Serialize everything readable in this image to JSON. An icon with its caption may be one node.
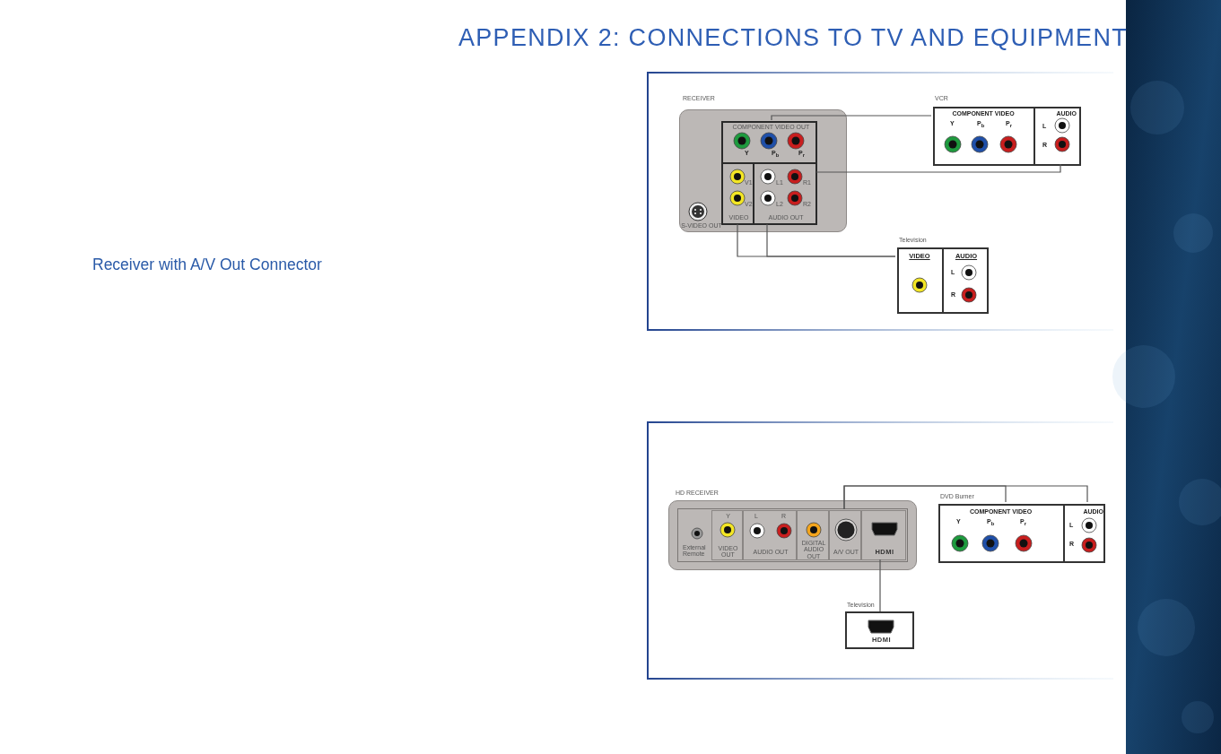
{
  "diagram": {
    "title": "APPENDIX 2: CONNECTIONS TO TV AND EQUIPMENT",
    "nodes": [
      {
        "text": [
          "RECEIVER",
          "S-VIDEO OUT"
        ]
      },
      {
        "text": [
          "COMPONENT VIDEO OUT",
          "Y",
          "P$_{b}$",
          "P$_{r}$"
        ],
        "in": 0
      },
      {
        "text": [
          "V1",
          "V2",
          "VIDEO"
        ],
        "in": 0
      },
      {
        "text": [
          "L1",
          "R1",
          "L2",
          "R2",
          "AUDIO OUT"
        ],
        "in": 0
      },
      {
        "text": [
          "VCR"
        ]
      },
      {
        "text": [
          "COMPONENT VIDEO",
          "Y",
          "P$_{b}$",
          "P$_{r}$"
        ],
        "in": 4
      },
      {
        "text": [
          "AUDIO",
          "L",
          "R"
        ],
        "in": 4
      },
      {
        "text": [
          "Television"
        ]
      },
      {
        "text": [
          "VIDEO"
        ],
        "in": 7
      },
      {
        "text": [
          "AUDIO",
          "L",
          "R"
        ],
        "in": 7
      },
      {
        "text": [
          "HD RECEIVER"
        ]
      },
      {
        "text": [
          "External Remote"
        ],
        "in": 10
      },
      {
        "text": [
          "Y",
          "VIDEO OUT"
        ],
        "in": 10
      },
      {
        "text": [
          "L",
          "R",
          "AUDIO OUT"
        ],
        "in": 10
      },
      {
        "text": [
          "DIGITAL AUDIO OUT"
        ],
        "in": 10
      },
      {
        "text": [
          "A/V OUT"
        ],
        "in": 10
      },
      {
        "text": [
          "HDMI"
        ],
        "in": 10
      },
      {
        "text": [
          "DVD Burner"
        ]
      },
      {
        "text": [
          "COMPONENT VIDEO",
          "Y",
          "P$_{b}$",
          "P$_{r}$"
        ],
        "in": 17
      },
      {
        "text": [
          "AUDIO",
          "L",
          "R"
        ],
        "in": 17
      },
      {
        "text": [
          "Television",
          "HDMI"
        ]
      }
    ],
    "edges": [
      {
        "from": 1,
        "to": 5,
        "arrow": "none"
      },
      {
        "from": 3,
        "to": 6,
        "arrow": "none"
      },
      {
        "from": 2,
        "to": 8,
        "arrow": "none"
      },
      {
        "from": 3,
        "to": 8,
        "arrow": "none"
      },
      {
        "from": 15,
        "to": 18,
        "arrow": "none"
      },
      {
        "from": 15,
        "to": 19,
        "arrow": "none"
      },
      {
        "from": 16,
        "to": 20,
        "arrow": "none"
      }
    ],
    "labels": [
      "Receiver with A/V Out Connector"
    ]
  }
}
